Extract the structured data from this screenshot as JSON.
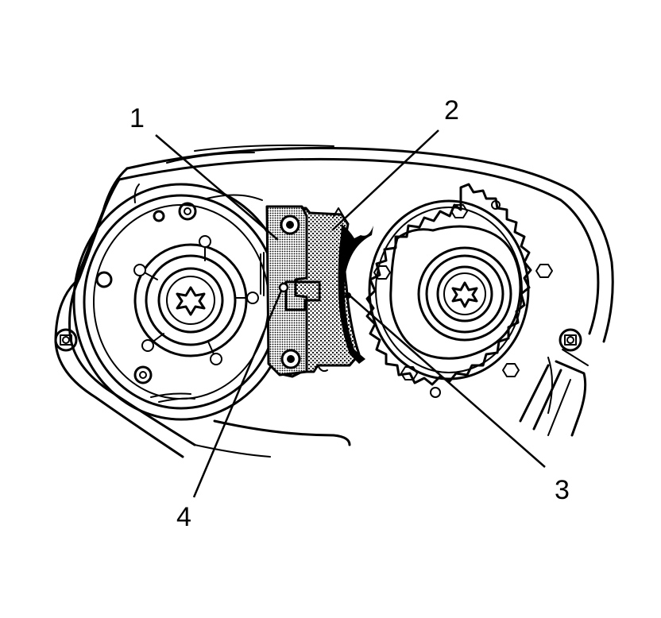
{
  "callouts": [
    {
      "id": "1",
      "label": "1"
    },
    {
      "id": "2",
      "label": "2"
    },
    {
      "id": "3",
      "label": "3"
    },
    {
      "id": "4",
      "label": "4"
    }
  ],
  "colors": {
    "line": "#000000",
    "background": "#ffffff",
    "shade": "#000000"
  }
}
